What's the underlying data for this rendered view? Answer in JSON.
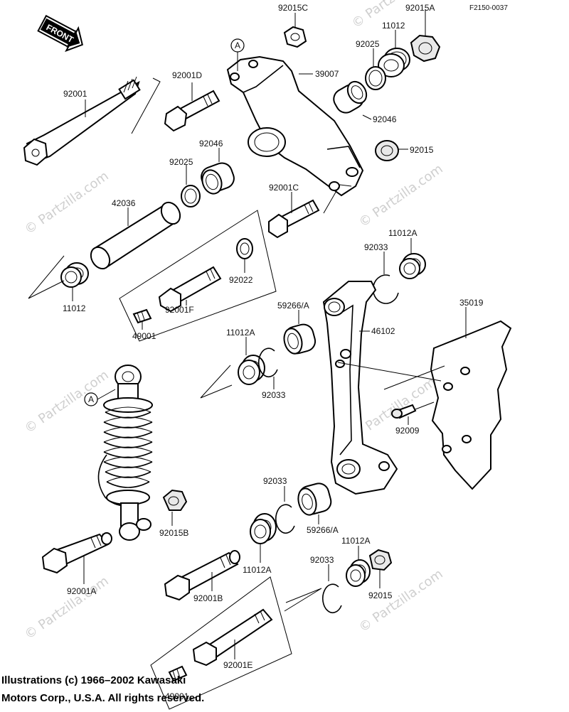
{
  "drawing_code": "F2150-0037",
  "front_label": "FRONT",
  "callout_letter": "A",
  "watermark_text": "© Partzilla.com",
  "copyright": {
    "line1": "Illustrations (c) 1966–2002 Kawasaki",
    "line2": "Motors Corp., U.S.A. All rights reserved."
  },
  "parts": {
    "p92015C": "92015C",
    "p92015A": "92015A",
    "p11012_top": "11012",
    "p92025_top": "92025",
    "p39007": "39007",
    "p92046_right": "92046",
    "p92001D": "92001D",
    "p92001": "92001",
    "p92015_top": "92015",
    "p92046_left": "92046",
    "p92025_left": "92025",
    "p92001C": "92001C",
    "p42036": "42036",
    "p92033_mid": "92033",
    "p11012A_mid": "11012A",
    "p92022": "92022",
    "p92001F": "92001F",
    "p11012_left": "11012",
    "p49001_top": "49001",
    "p59266A_top": "59266/A",
    "p35019": "35019",
    "p11012A_left": "11012A",
    "p46102": "46102",
    "p92033_left": "92033",
    "p92009": "92009",
    "p92033_low": "92033",
    "p59266A_low": "59266/A",
    "p92015B": "92015B",
    "p11012A_low": "11012A",
    "p11012A_right": "11012A",
    "p92033_bottom": "92033",
    "p92001A": "92001A",
    "p92001B": "92001B",
    "p92015_low": "92015",
    "p92001E": "92001E",
    "p49001_bottom": "49001"
  }
}
